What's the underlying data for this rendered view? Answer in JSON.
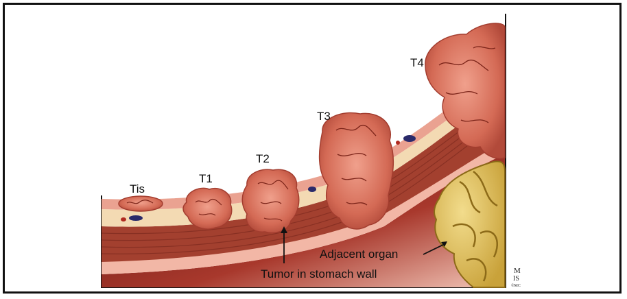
{
  "stages": [
    {
      "id": "tis",
      "label": "Tis"
    },
    {
      "id": "t1",
      "label": "T1"
    },
    {
      "id": "t2",
      "label": "T2"
    },
    {
      "id": "t3",
      "label": "T3"
    },
    {
      "id": "t4",
      "label": "T4"
    }
  ],
  "annotations": {
    "adjacent_organ": "Adjacent organ",
    "tumor_in_wall": "Tumor in stomach wall"
  },
  "signature": {
    "line1": "M",
    "line2": "IS",
    "line3": "©MC"
  },
  "colors": {
    "frame": "#111111",
    "tumor": "#d9725f",
    "tumor_dark": "#b5483a",
    "muscle": "#9c3a2c",
    "submucosa": "#f1d6b0",
    "mucosa": "#e9a08f",
    "serosa": "#f0b3a3",
    "organ": "#e2c050",
    "cavity": "#7a1f1a"
  }
}
